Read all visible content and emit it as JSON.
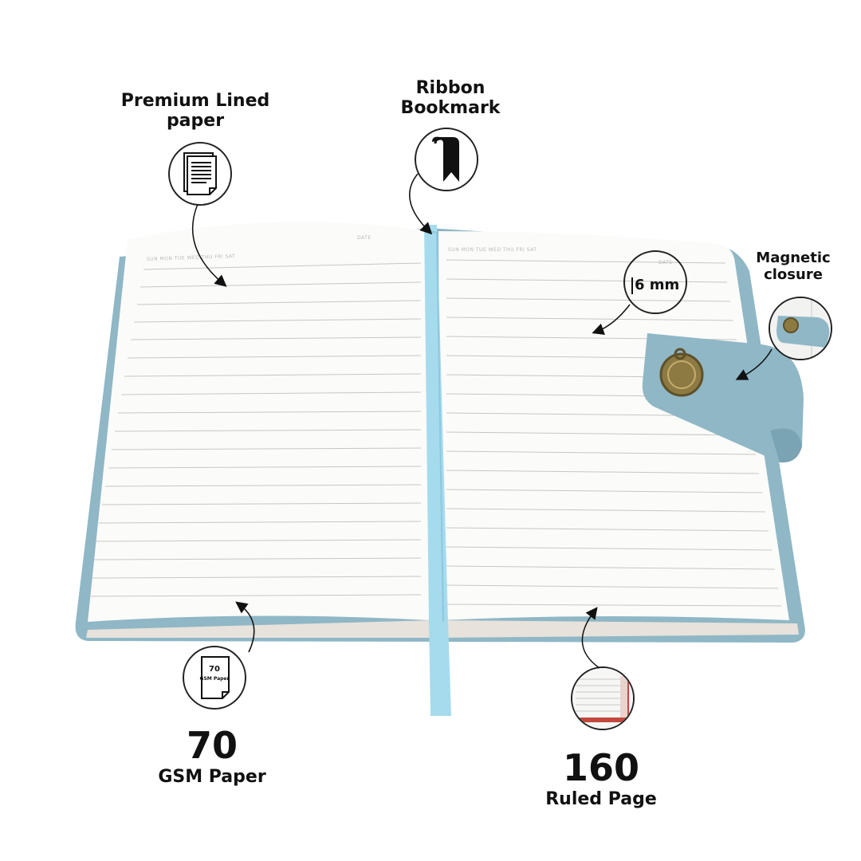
{
  "features": {
    "lined_paper": {
      "title": "Premium Lined paper",
      "icon": "document-lines-icon"
    },
    "bookmark": {
      "title": "Ribbon Bookmark",
      "icon": "ribbon-bookmark-icon"
    },
    "magnetic": {
      "title": "Magnetic closure",
      "icon": "magnetic-clasp-icon"
    },
    "ruling": {
      "value": "6 mm"
    },
    "gsm": {
      "number": "70",
      "caption": "GSM Paper",
      "icon_number": "70",
      "icon_caption": "GSM Paper"
    },
    "pages": {
      "number": "160",
      "caption": "Ruled Page",
      "icon": "page-stack-icon"
    }
  },
  "notebook": {
    "left_page": {
      "weekdays": "SUN  MON  TUE  WED  THU  FRI  SAT",
      "date_label": "DATE"
    },
    "right_page": {
      "weekdays": "SUN  MON  TUE  WED  THU  FRI  SAT",
      "date_label": "DATE"
    },
    "cover_color": "#8fb7c6",
    "ribbon_color": "#a6dbee"
  }
}
